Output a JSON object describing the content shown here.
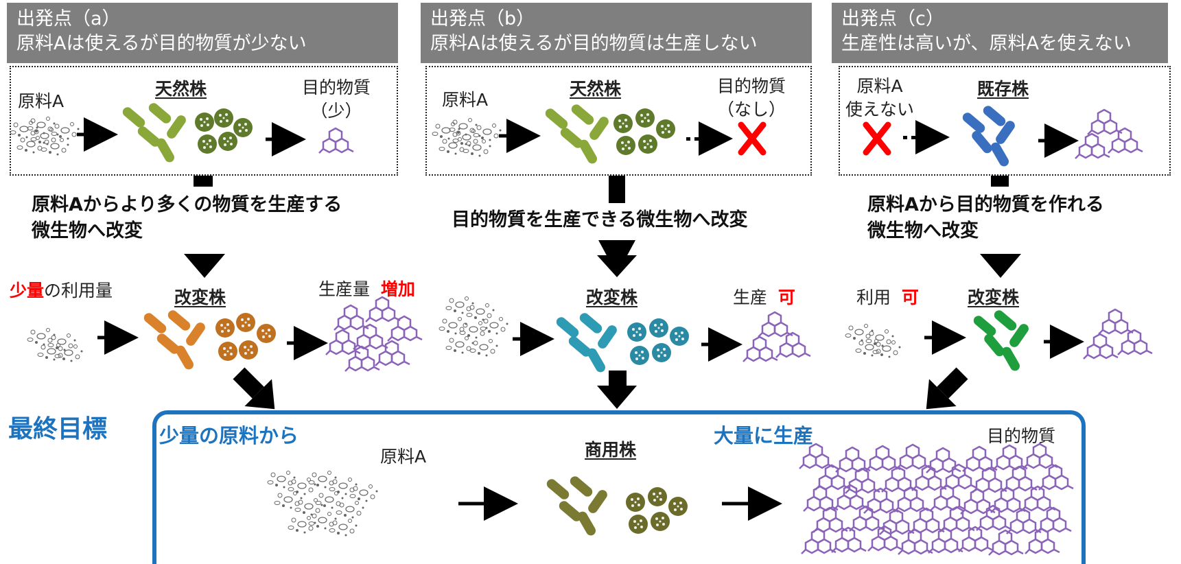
{
  "panels": [
    {
      "header_line1": "出発点（a）",
      "header_line2": "原料Aは使えるが目的物質が少ない",
      "input_label": "原料A",
      "strain_label": "天然株",
      "output_label_1": "目的物質",
      "output_label_2": "（少）"
    },
    {
      "header_line1": "出発点（b）",
      "header_line2": "原料Aは使えるが目的物質は生産しない",
      "input_label": "原料A",
      "strain_label": "天然株",
      "output_label_1": "目的物質",
      "output_label_2": "（なし）"
    },
    {
      "header_line1": "出発点（c）",
      "header_line2": "生産性は高いが、原料Aを使えない",
      "input_label_1": "原料A",
      "input_label_2": "使えない",
      "strain_label": "既存株"
    }
  ],
  "modifications": {
    "a_line1": "原料Aからより多くの物質を生産する",
    "a_line2": "微生物へ改変",
    "b_line1": "目的物質を生産できる微生物へ改変",
    "c_line1": "原料Aから目的物質を作れる",
    "c_line2": "微生物へ改変"
  },
  "modified": {
    "a": {
      "input_red": "少量",
      "input_rest": "の利用量",
      "strain": "改変株",
      "output_label": "生産量",
      "output_red": "増加"
    },
    "b": {
      "strain": "改変株",
      "output_label": "生産",
      "output_red": "可"
    },
    "c": {
      "input_label": "利用",
      "input_red": "可",
      "strain": "改変株"
    }
  },
  "goal": {
    "title": "最終目標",
    "left_blue": "少量の原料から",
    "input_label": "原料A",
    "strain": "商用株",
    "right_blue": "大量に生産",
    "output_label": "目的物質"
  },
  "colors": {
    "header_bg": "#7f7f7f",
    "natural_green": "#8aa83a",
    "modified_orange": "#d9822b",
    "modified_teal": "#2e9bb5",
    "modified_green": "#1e9e3c",
    "existing_blue": "#3a6fbf",
    "commercial_olive": "#7a7a32",
    "molecule_purple": "#8a63b8",
    "accent_blue": "#1e73be",
    "accent_red": "#ff0000"
  }
}
